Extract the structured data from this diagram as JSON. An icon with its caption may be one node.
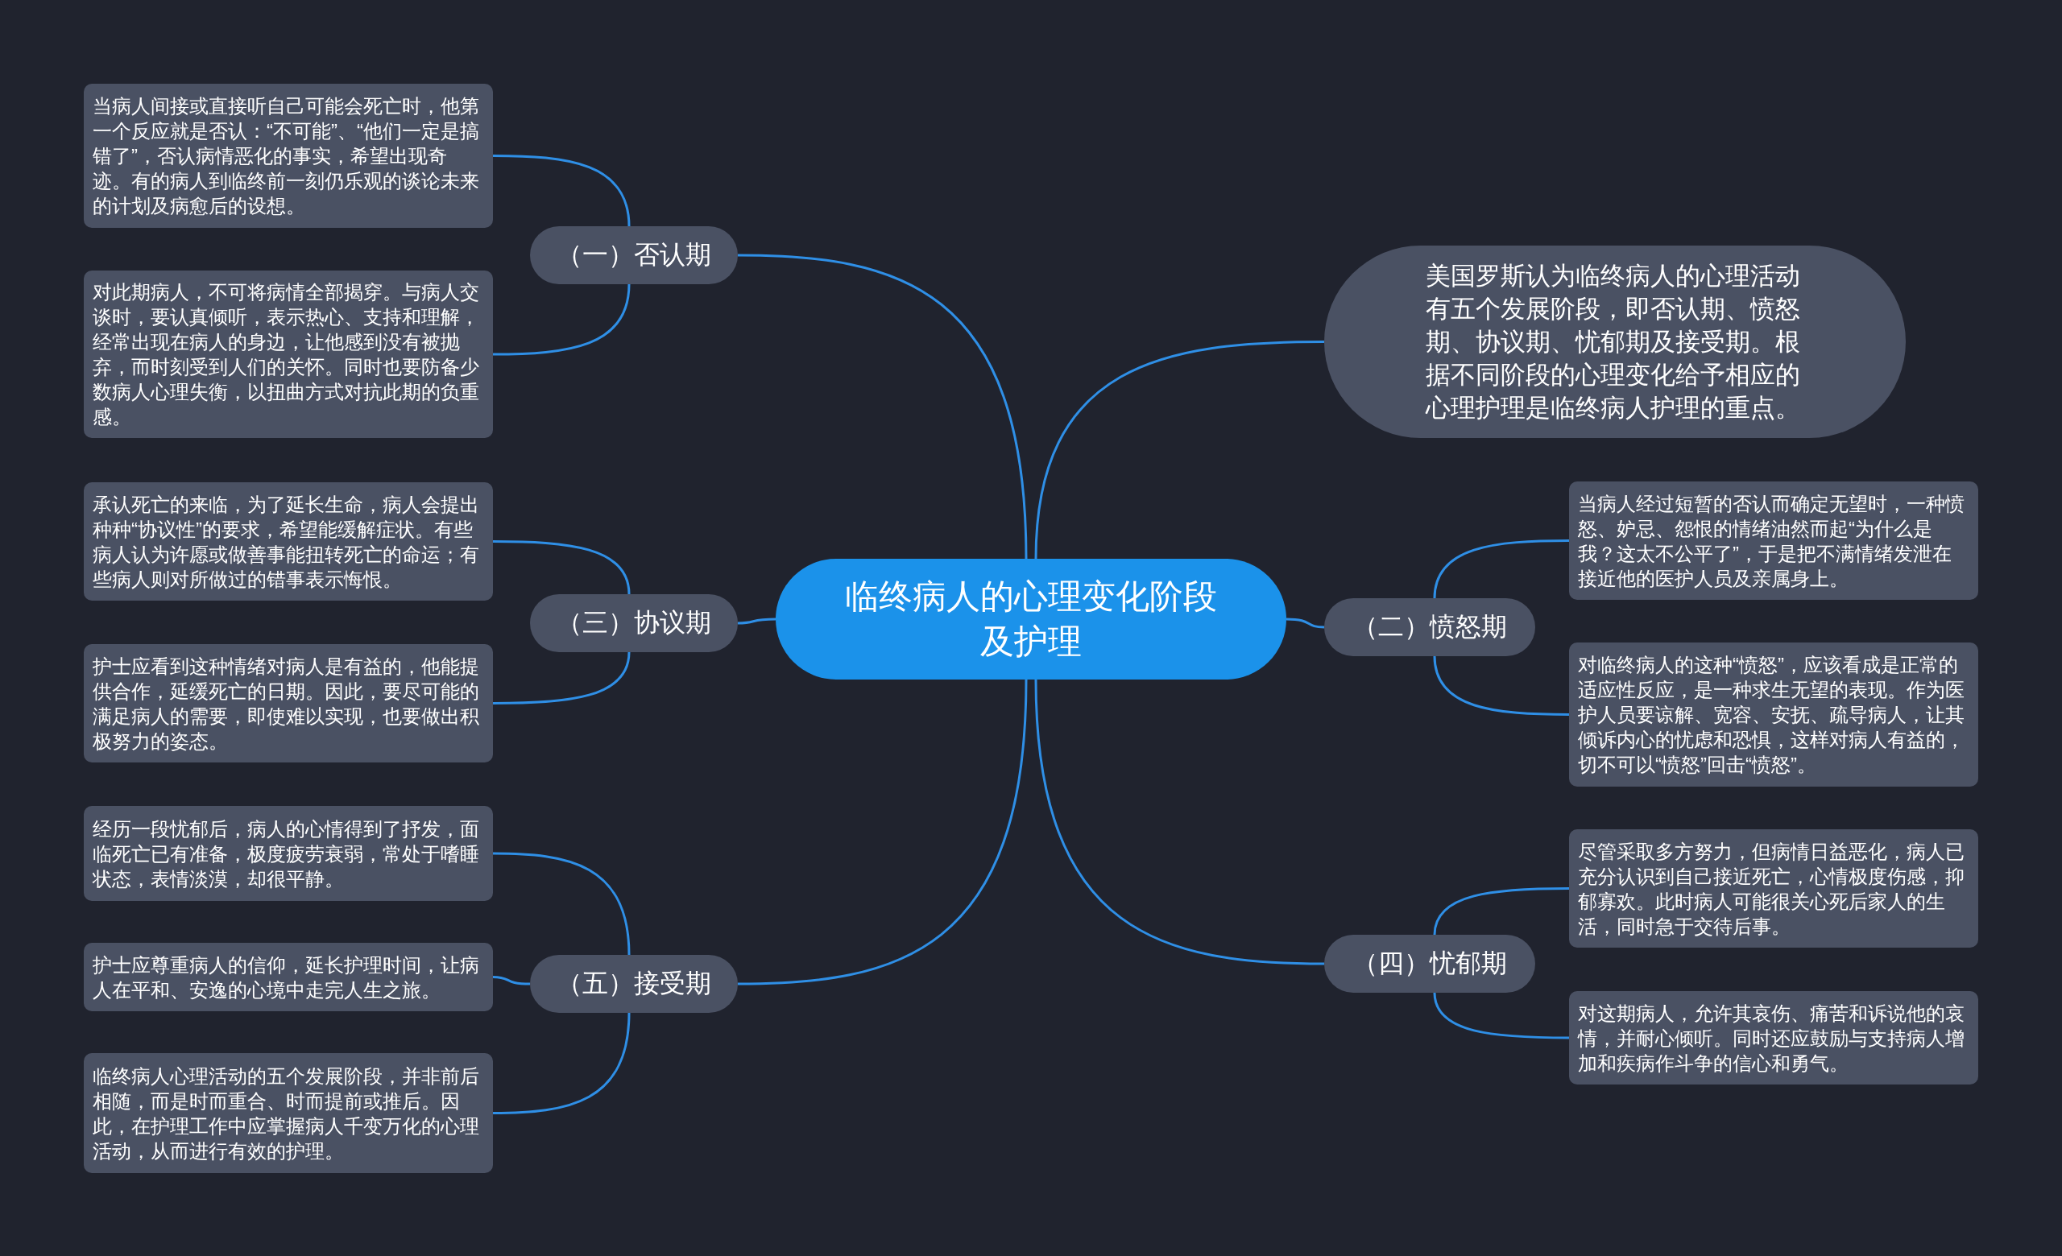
{
  "diagram": {
    "nodes": [
      {
        "text": [
          "临终病人的心理变化阶段及护理"
        ]
      },
      {
        "text": [
          "美国罗斯认为临终病人的心理活动有五个发展阶段，即否认期、愤怒期、协议期、忧郁期及接受期。根据不同阶段的心理变化给予相应的心理护理是临终病人护理的重点。"
        ]
      },
      {
        "text": [
          "（一）否认期"
        ]
      },
      {
        "text": [
          "当病人间接或直接听自己可能会死亡时，他第一个反应就是否认：“不可能”、“他们一定是搞错了”，否认病情恶化的事实，希望出现奇迹。有的病人到临终前一刻仍乐观的谈论未来的计划及病愈后的设想。"
        ]
      },
      {
        "text": [
          "对此期病人，不可将病情全部揭穿。与病人交谈时，要认真倾听，表示热心、支持和理解，经常出现在病人的身边，让他感到没有被抛弃，而时刻受到人们的关怀。同时也要防备少数病人心理失衡，以扭曲方式对抗此期的负重感。"
        ]
      },
      {
        "text": [
          "（二）愤怒期"
        ]
      },
      {
        "text": [
          "当病人经过短暂的否认而确定无望时，一种愤怒、妒忌、怨恨的情绪油然而起“为什么是我？这太不公平了”，于是把不满情绪发泄在接近他的医护人员及亲属身上。"
        ]
      },
      {
        "text": [
          "对临终病人的这种“愤怒”，应该看成是正常的适应性反应，是一种求生无望的表现。作为医护人员要谅解、宽容、安抚、疏导病人，让其倾诉内心的忧虑和恐惧，这样对病人有益的，切不可以“愤怒”回击“愤怒”。"
        ]
      },
      {
        "text": [
          "（三）协议期"
        ]
      },
      {
        "text": [
          "承认死亡的来临，为了延长生命，病人会提出种种“协议性”的要求，希望能缓解症状。有些病人认为许愿或做善事能扭转死亡的命运；有些病人则对所做过的错事表示悔恨。"
        ]
      },
      {
        "text": [
          "护士应看到这种情绪对病人是有益的，他能提供合作，延缓死亡的日期。因此，要尽可能的满足病人的需要，即使难以实现，也要做出积极努力的姿态。"
        ]
      },
      {
        "text": [
          "（四）忧郁期"
        ]
      },
      {
        "text": [
          "尽管采取多方努力，但病情日益恶化，病人已充分认识到自己接近死亡，心情极度伤感，抑郁寡欢。此时病人可能很关心死后家人的生活，同时急于交待后事。"
        ]
      },
      {
        "text": [
          "对这期病人，允许其哀伤、痛苦和诉说他的哀情，并耐心倾听。同时还应鼓励与支持病人增加和疾病作斗争的信心和勇气。"
        ]
      },
      {
        "text": [
          "（五）接受期"
        ]
      },
      {
        "text": [
          "经历一段忧郁后，病人的心情得到了抒发，面临死亡已有准备，极度疲劳衰弱，常处于嗜睡状态，表情淡漠，却很平静。"
        ]
      },
      {
        "text": [
          "护士应尊重病人的信仰，延长护理时间，让病人在平和、安逸的心境中走完人生之旅。"
        ]
      },
      {
        "text": [
          "临终病人心理活动的五个发展阶段，并非前后相随，而是时而重合、时而提前或推后。因此，在护理工作中应掌握病人千变万化的心理活动，从而进行有效的护理。"
        ]
      }
    ],
    "edges": [
      {
        "from": 0,
        "to": 1,
        "arrow": "none"
      },
      {
        "from": 0,
        "to": 2,
        "arrow": "none"
      },
      {
        "from": 2,
        "to": 3,
        "arrow": "none"
      },
      {
        "from": 2,
        "to": 4,
        "arrow": "none"
      },
      {
        "from": 0,
        "to": 5,
        "arrow": "none"
      },
      {
        "from": 5,
        "to": 6,
        "arrow": "none"
      },
      {
        "from": 5,
        "to": 7,
        "arrow": "none"
      },
      {
        "from": 0,
        "to": 8,
        "arrow": "none"
      },
      {
        "from": 8,
        "to": 9,
        "arrow": "none"
      },
      {
        "from": 8,
        "to": 10,
        "arrow": "none"
      },
      {
        "from": 0,
        "to": 11,
        "arrow": "none"
      },
      {
        "from": 11,
        "to": 12,
        "arrow": "none"
      },
      {
        "from": 11,
        "to": 13,
        "arrow": "none"
      },
      {
        "from": 0,
        "to": 14,
        "arrow": "none"
      },
      {
        "from": 14,
        "to": 15,
        "arrow": "none"
      },
      {
        "from": 14,
        "to": 16,
        "arrow": "none"
      },
      {
        "from": 14,
        "to": 17,
        "arrow": "none"
      }
    ]
  }
}
